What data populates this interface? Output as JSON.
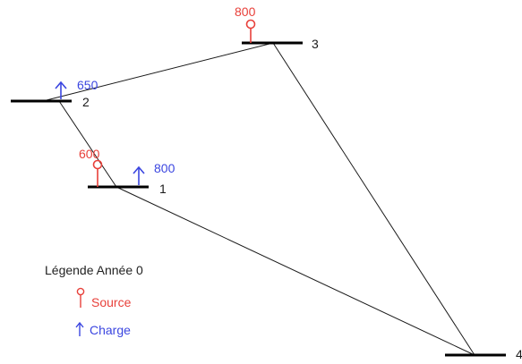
{
  "colors": {
    "line": "#1a1a1a",
    "bus": "#000000",
    "source": "#e8403a",
    "load": "#3b46e0"
  },
  "buses": [
    {
      "id": "1",
      "label": "1"
    },
    {
      "id": "2",
      "label": "2"
    },
    {
      "id": "3",
      "label": "3"
    },
    {
      "id": "4",
      "label": "4"
    }
  ],
  "lines": [
    {
      "from": "2",
      "to": "3"
    },
    {
      "from": "2",
      "to": "1"
    },
    {
      "from": "1",
      "to": "4"
    },
    {
      "from": "3",
      "to": "4"
    }
  ],
  "sources": [
    {
      "bus": "3",
      "value": "800"
    },
    {
      "bus": "1",
      "value": "600"
    }
  ],
  "loads": [
    {
      "bus": "2",
      "value": "650"
    },
    {
      "bus": "1",
      "value": "800"
    }
  ],
  "legend": {
    "title": "Légende Année 0",
    "source_label": "Source",
    "load_label": "Charge",
    "source_icon": "source-circle-icon",
    "load_icon": "up-arrow-icon"
  }
}
